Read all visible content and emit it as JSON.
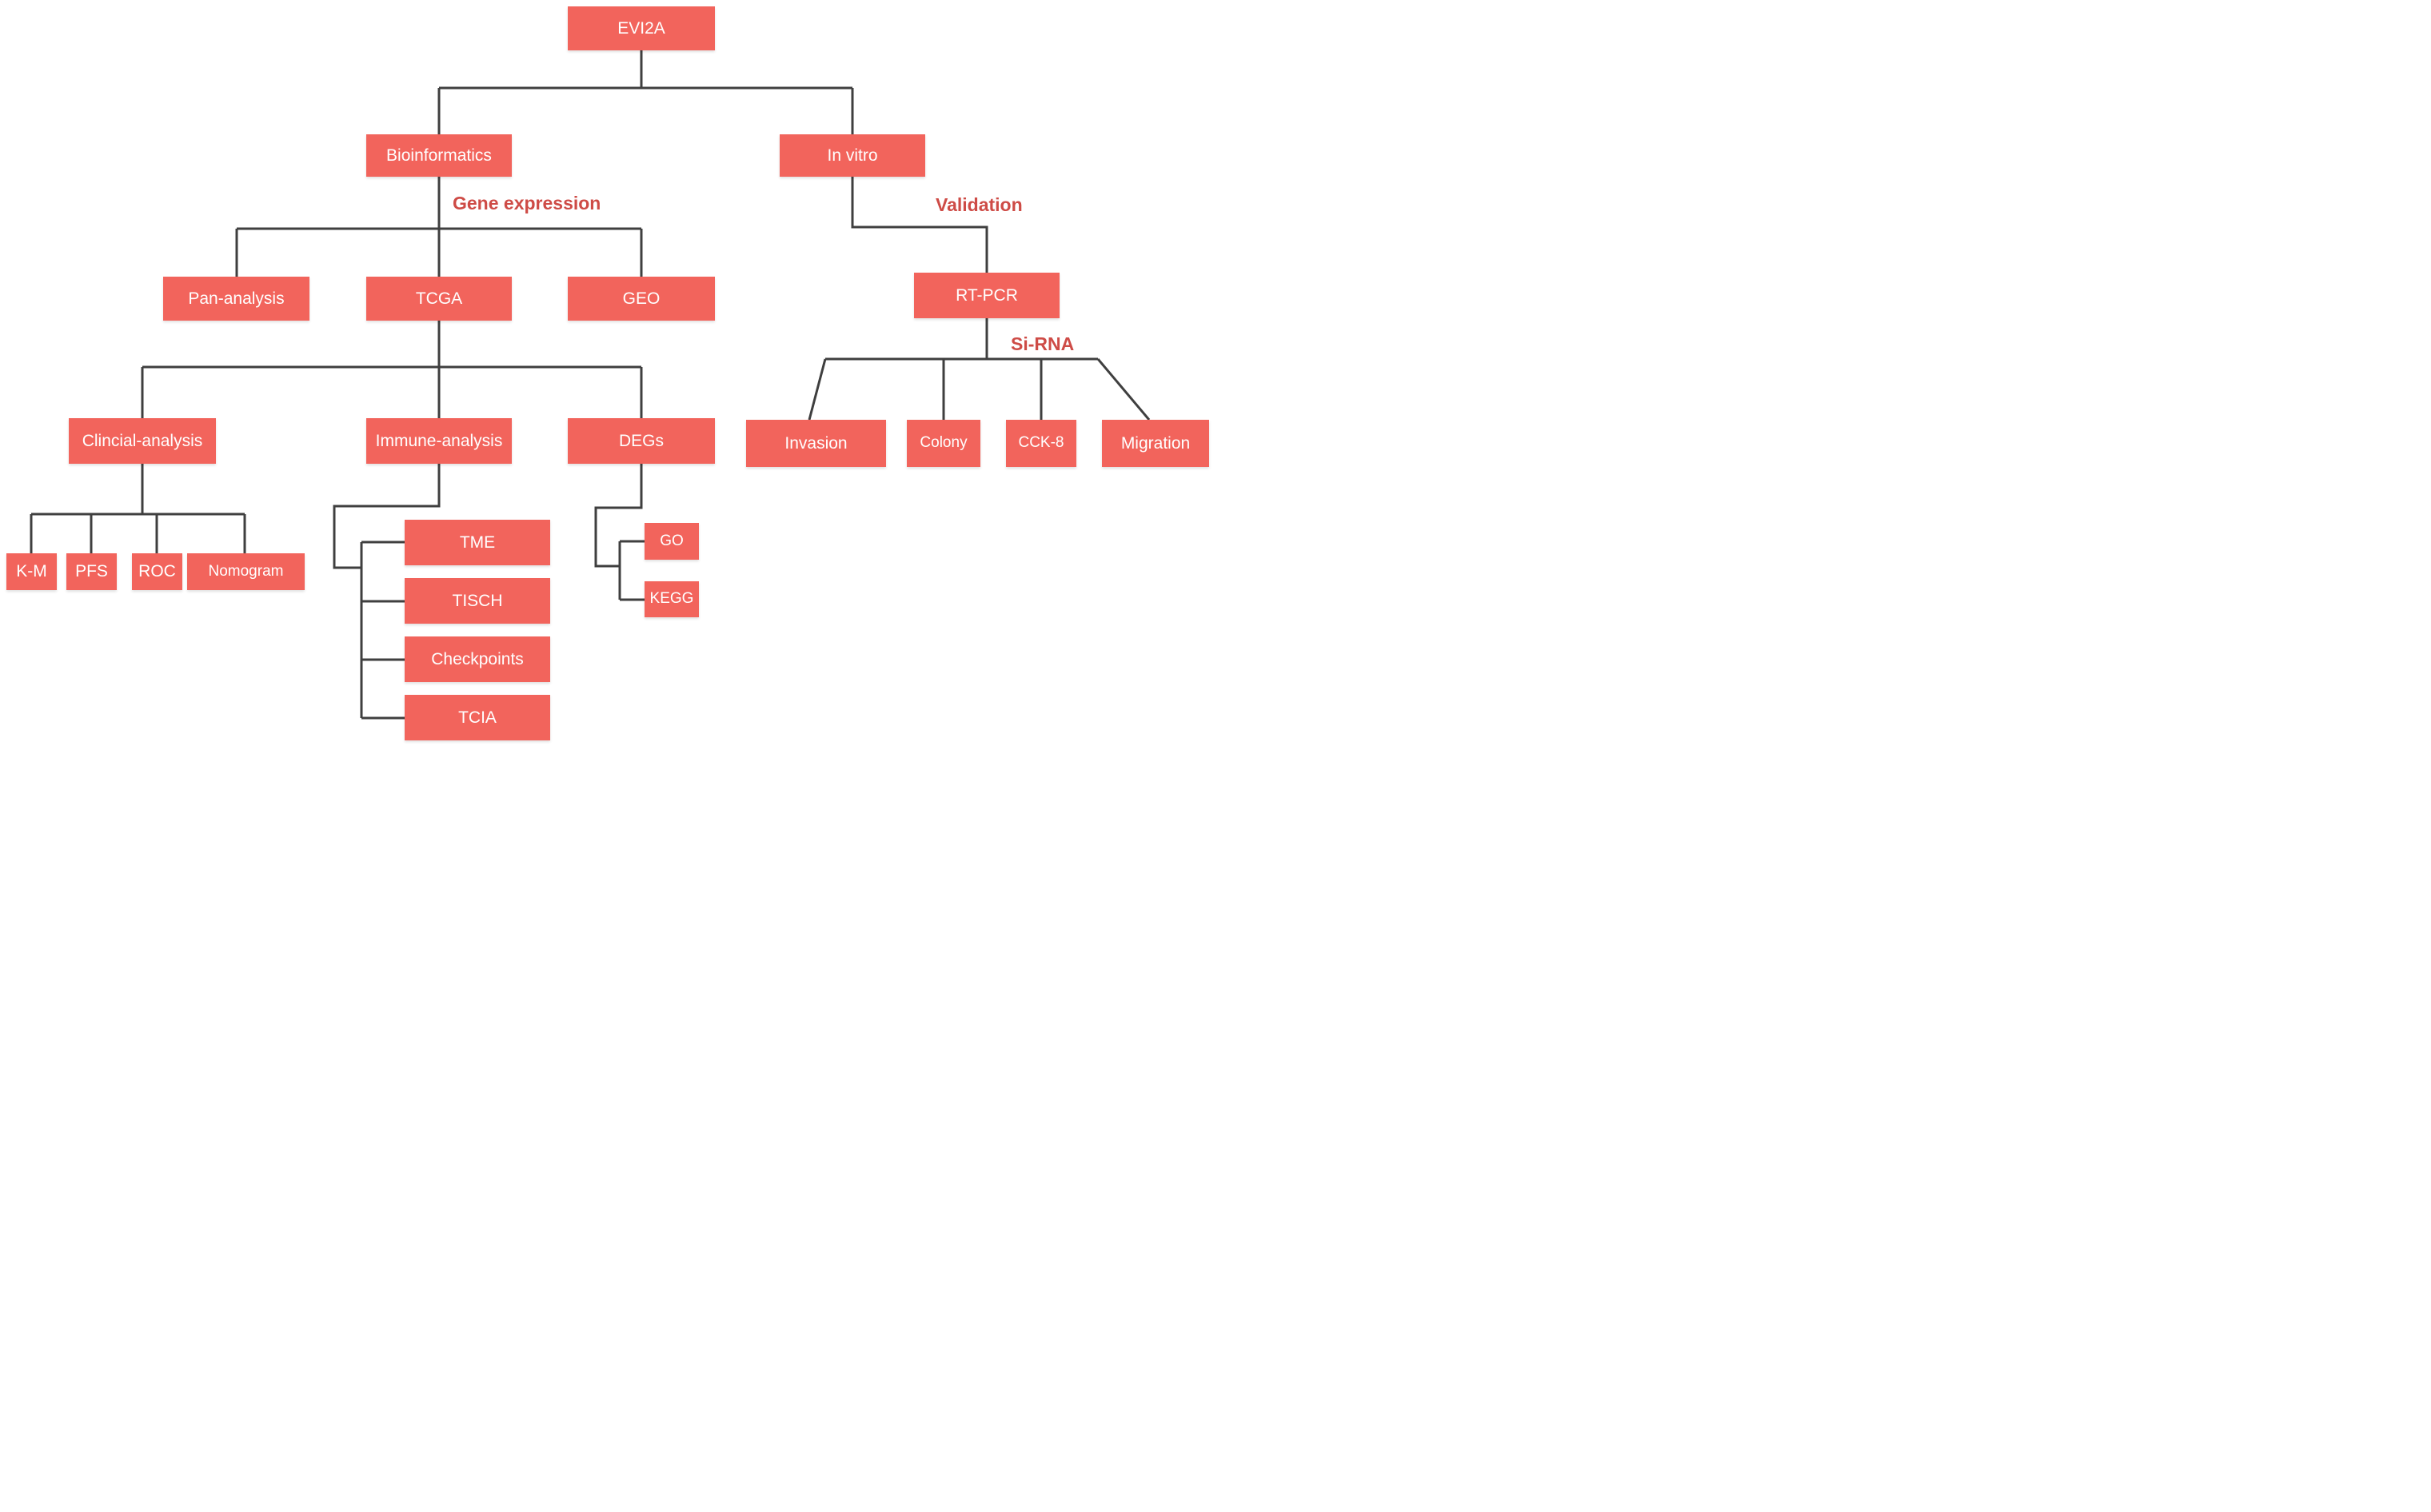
{
  "colors": {
    "node_fill": "#F2645C",
    "node_text": "#FFFFFF",
    "connector": "#3F3F3F",
    "edge_label": "#CE4B46",
    "background": "#FFFFFF"
  },
  "nodes": {
    "evi2a": {
      "label": "EVI2A"
    },
    "bioinformatics": {
      "label": "Bioinformatics"
    },
    "in_vitro": {
      "label": "In vitro"
    },
    "pan_analysis": {
      "label": "Pan-analysis"
    },
    "tcga": {
      "label": "TCGA"
    },
    "geo": {
      "label": "GEO"
    },
    "rt_pcr": {
      "label": "RT-PCR"
    },
    "clincial_analysis": {
      "label": "Clincial-analysis"
    },
    "immune_analysis": {
      "label": "Immune-analysis"
    },
    "degs": {
      "label": "DEGs"
    },
    "invasion": {
      "label": "Invasion"
    },
    "colony": {
      "label": "Colony"
    },
    "cck8": {
      "label": "CCK-8"
    },
    "migration": {
      "label": "Migration"
    },
    "km": {
      "label": "K-M"
    },
    "pfs": {
      "label": "PFS"
    },
    "roc": {
      "label": "ROC"
    },
    "nomogram": {
      "label": "Nomogram"
    },
    "tme": {
      "label": "TME"
    },
    "tisch": {
      "label": "TISCH"
    },
    "checkpoints": {
      "label": "Checkpoints"
    },
    "tcia": {
      "label": "TCIA"
    },
    "go": {
      "label": "GO"
    },
    "kegg": {
      "label": "KEGG"
    }
  },
  "edge_labels": {
    "gene_expression": "Gene expression",
    "validation": "Validation",
    "si_rna": "Si-RNA"
  },
  "edges": [
    [
      "EVI2A",
      "Bioinformatics"
    ],
    [
      "EVI2A",
      "In vitro"
    ],
    [
      "Bioinformatics",
      "Pan-analysis"
    ],
    [
      "Bioinformatics",
      "TCGA"
    ],
    [
      "Bioinformatics",
      "GEO"
    ],
    [
      "In vitro",
      "RT-PCR"
    ],
    [
      "TCGA",
      "Clincial-analysis"
    ],
    [
      "TCGA",
      "Immune-analysis"
    ],
    [
      "TCGA",
      "DEGs"
    ],
    [
      "Clincial-analysis",
      "K-M"
    ],
    [
      "Clincial-analysis",
      "PFS"
    ],
    [
      "Clincial-analysis",
      "ROC"
    ],
    [
      "Clincial-analysis",
      "Nomogram"
    ],
    [
      "Immune-analysis",
      "TME"
    ],
    [
      "Immune-analysis",
      "TISCH"
    ],
    [
      "Immune-analysis",
      "Checkpoints"
    ],
    [
      "Immune-analysis",
      "TCIA"
    ],
    [
      "DEGs",
      "GO"
    ],
    [
      "DEGs",
      "KEGG"
    ],
    [
      "RT-PCR",
      "Invasion"
    ],
    [
      "RT-PCR",
      "Colony"
    ],
    [
      "RT-PCR",
      "CCK-8"
    ],
    [
      "RT-PCR",
      "Migration"
    ]
  ]
}
